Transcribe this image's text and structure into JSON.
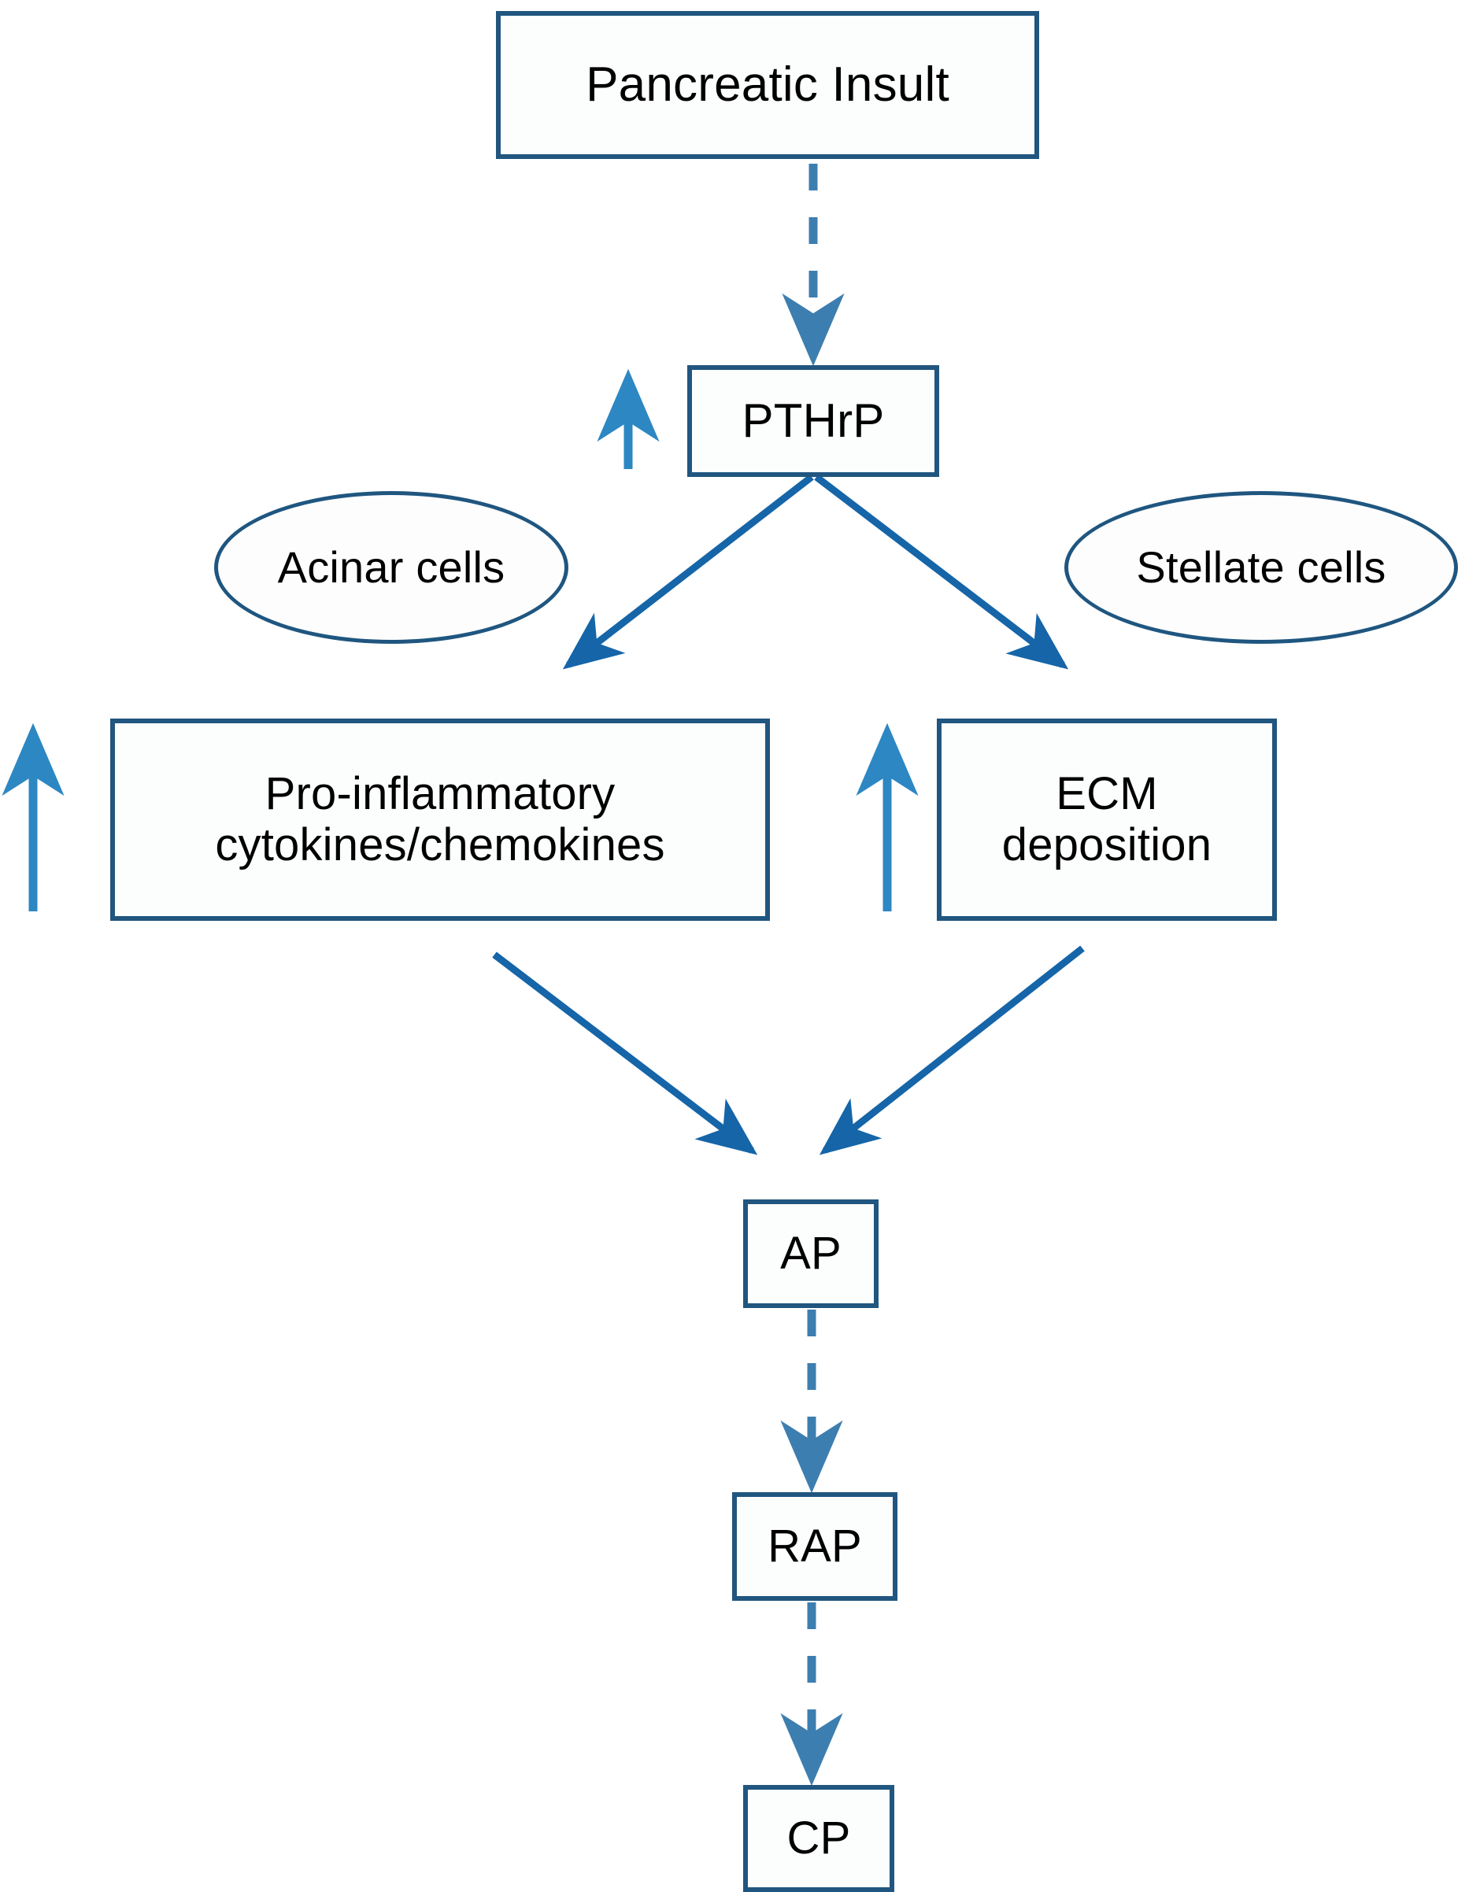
{
  "diagram": {
    "title": "PTHrP in pancreatic insult leading to chronic pancreatitis",
    "type": "flowchart",
    "colors": {
      "box_border": "#20567f",
      "ellipse_border": "#1f5680",
      "solid_arrow": "#1565a8",
      "dashed_arrow": "#3d7eb0",
      "up_arrow": "#2d87c3",
      "text": "#000000",
      "background": "#ffffff"
    },
    "nodes": [
      {
        "id": "pancreatic-insult",
        "label": "Pancreatic Insult",
        "shape": "rectangle"
      },
      {
        "id": "pthrp",
        "label": "PTHrP",
        "shape": "rectangle"
      },
      {
        "id": "acinar-cells",
        "label": "Acinar cells",
        "shape": "ellipse"
      },
      {
        "id": "stellate-cells",
        "label": "Stellate cells",
        "shape": "ellipse"
      },
      {
        "id": "proinflammatory",
        "label": "Pro-inflammatory\ncytokines/chemokines",
        "shape": "rectangle"
      },
      {
        "id": "ecm-deposition",
        "label": "ECM\ndeposition",
        "shape": "rectangle"
      },
      {
        "id": "ap",
        "label": "AP",
        "shape": "rectangle"
      },
      {
        "id": "rap",
        "label": "RAP",
        "shape": "rectangle"
      },
      {
        "id": "cp",
        "label": "CP",
        "shape": "rectangle"
      }
    ],
    "edges": [
      {
        "id": "insult-to-pthrp",
        "from": "pancreatic-insult",
        "to": "pthrp",
        "style": "dashed"
      },
      {
        "id": "pthrp-to-proinflam",
        "from": "pthrp",
        "to": "proinflammatory",
        "style": "solid"
      },
      {
        "id": "pthrp-to-ecm",
        "from": "pthrp",
        "to": "ecm-deposition",
        "style": "solid"
      },
      {
        "id": "proinflam-to-ap",
        "from": "proinflammatory",
        "to": "ap",
        "style": "solid"
      },
      {
        "id": "ecm-to-ap",
        "from": "ecm-deposition",
        "to": "ap",
        "style": "solid"
      },
      {
        "id": "ap-to-rap",
        "from": "ap",
        "to": "rap",
        "style": "dashed"
      },
      {
        "id": "rap-to-cp",
        "from": "rap",
        "to": "cp",
        "style": "dashed"
      }
    ],
    "upregulation_markers": [
      {
        "id": "upregulation-pthrp",
        "target": "pthrp",
        "meaning": "increased"
      },
      {
        "id": "upregulation-proinflammatory",
        "target": "proinflammatory",
        "meaning": "increased"
      },
      {
        "id": "upregulation-ecm",
        "target": "ecm-deposition",
        "meaning": "increased"
      }
    ]
  }
}
